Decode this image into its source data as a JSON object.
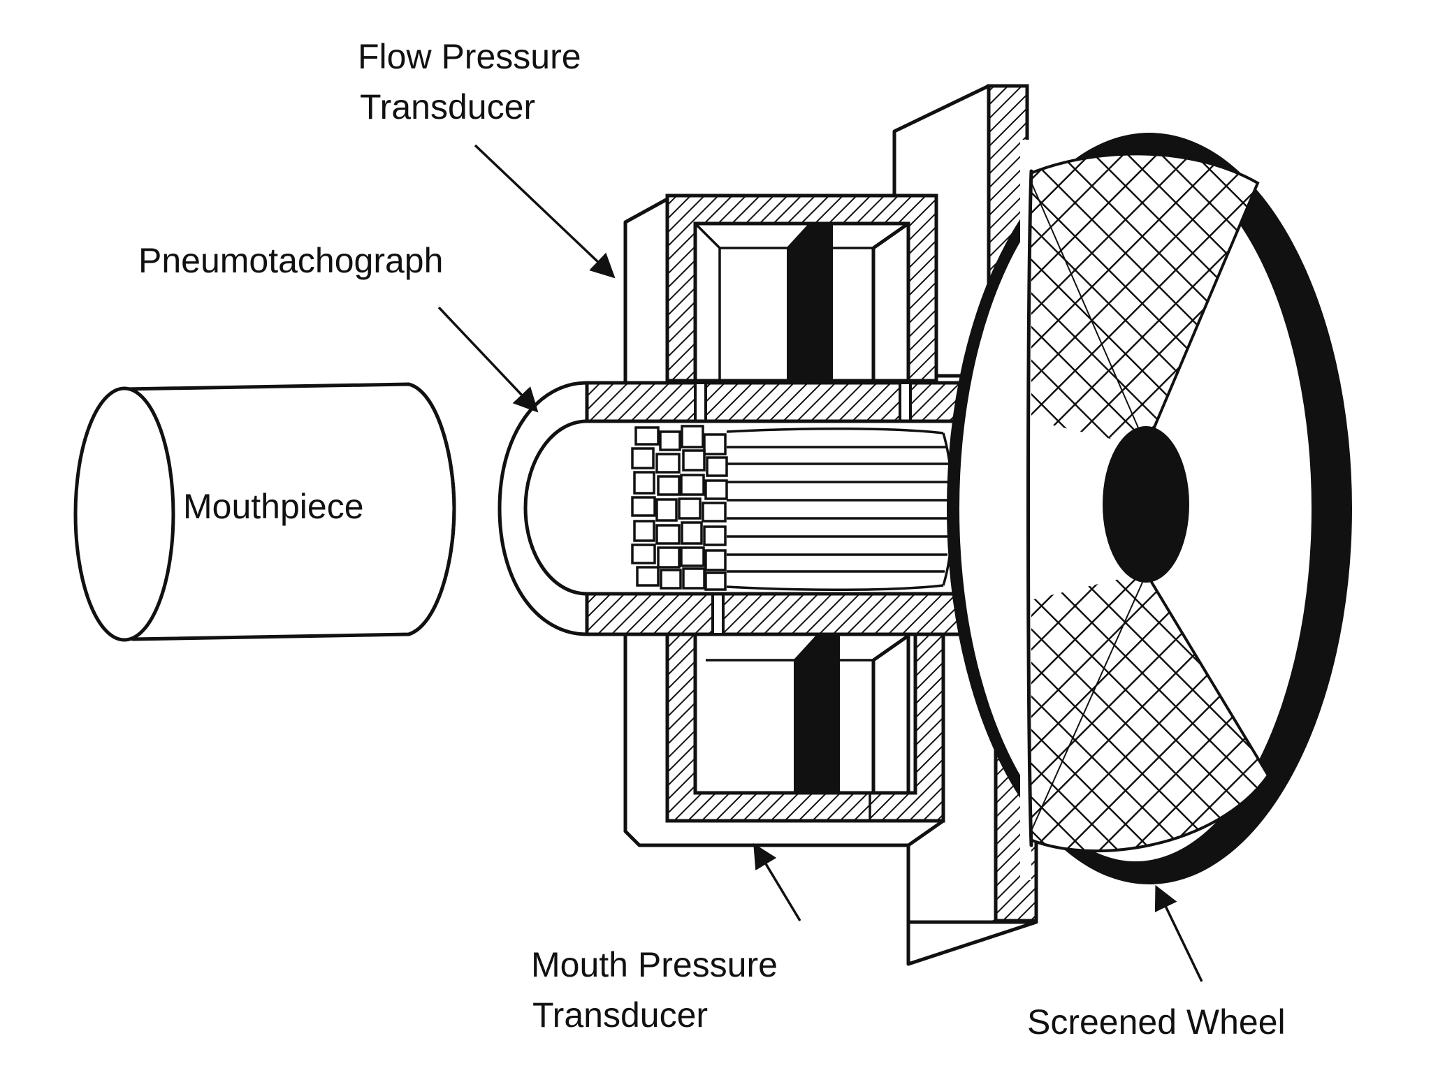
{
  "labels": {
    "flow_pressure_transducer_line1": "Flow Pressure",
    "flow_pressure_transducer_line2": "Transducer",
    "pneumotachograph": "Pneumotachograph",
    "mouthpiece": "Mouthpiece",
    "mouth_pressure_transducer_line1": "Mouth Pressure",
    "mouth_pressure_transducer_line2": "Transducer",
    "screened_wheel": "Screened Wheel"
  },
  "colors": {
    "ink": "#111111",
    "paper": "#ffffff"
  }
}
